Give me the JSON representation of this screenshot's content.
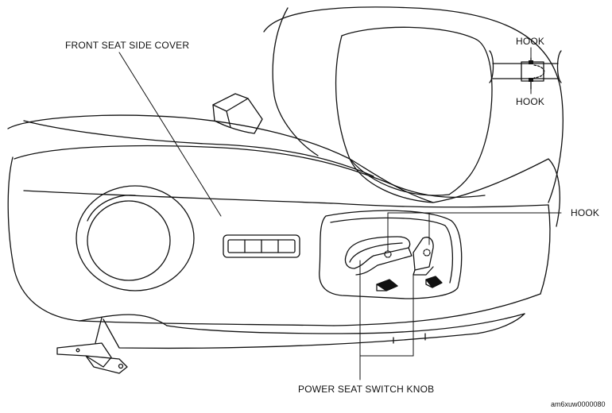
{
  "labels": {
    "front_seat_side_cover": "FRONT SEAT SIDE COVER",
    "hook_top": "HOOK",
    "hook_bottom": "HOOK",
    "hook_main": "HOOK",
    "power_seat_switch_knob": "POWER SEAT SWITCH KNOB"
  },
  "figure_code": "am6xuw0000080",
  "colors": {
    "line": "#111111",
    "background": "#ffffff"
  }
}
